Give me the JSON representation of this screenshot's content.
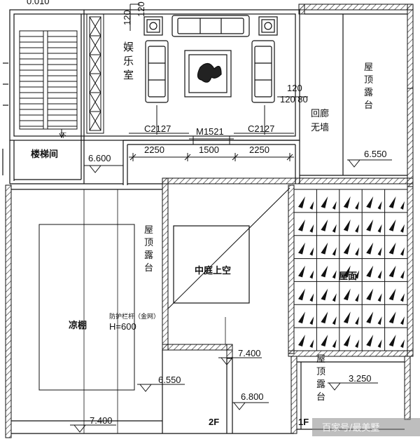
{
  "rooms": {
    "entertainment": "娱乐室",
    "stair_room": "楼梯间",
    "corridor": "回廊无墙",
    "roof_terrace_upper": "屋顶露台",
    "roof_terrace_left": "屋顶露台",
    "roof_terrace_lower": "屋顶露台",
    "courtyard_void": "中庭上空",
    "roof_surface": "屋面",
    "pergola": "凉棚"
  },
  "door_window": {
    "window_left": "C2127",
    "door": "M1521",
    "window_right": "C2127"
  },
  "dimensions": {
    "d1": "2250",
    "d2": "1500",
    "d3": "2250",
    "top_a": "120",
    "top_b": "120",
    "side_120": "120",
    "side_120_80": "120 80",
    "top_cut": "0.010"
  },
  "elevations": {
    "stair": "6.600",
    "terrace_upper": "6.550",
    "pergola_area": "6.550",
    "courtyard_edge": "7.400",
    "mid": "6.800",
    "bottom_left": "7.400",
    "lower_terrace": "3.250"
  },
  "notes": {
    "railing": "防护栏杆（金网）",
    "railing_height": "H=600"
  },
  "floor_marks": {
    "second": "2F",
    "first": "1F",
    "up": "下"
  },
  "watermark": "百家号/最美墅"
}
